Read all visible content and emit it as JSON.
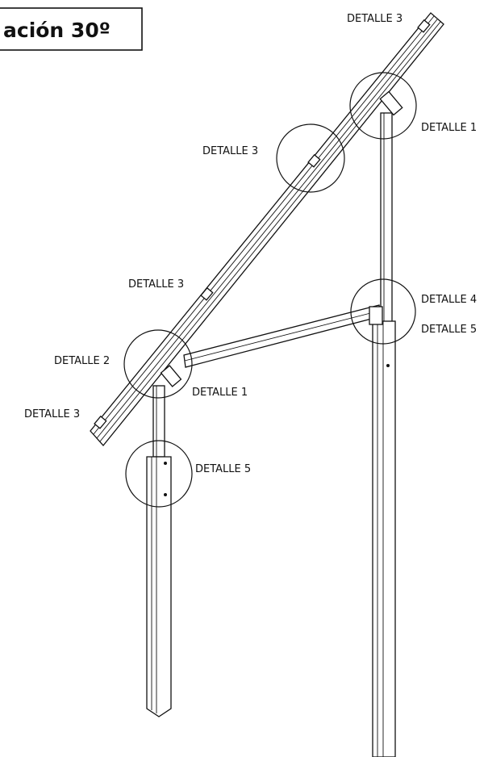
{
  "title": "ación 30º",
  "callouts": {
    "d3_top": "DETALLE 3",
    "d1_top": "DETALLE 1",
    "d3_upper": "DETALLE 3",
    "d3_mid": "DETALLE 3",
    "d4": "DETALLE 4",
    "d5_right": "DETALLE 5",
    "d2": "DETALLE 2",
    "d1_bottom": "DETALLE 1",
    "d3_bottom": "DETALLE 3",
    "d5_left": "DETALLE 5"
  },
  "colors": {
    "line": "#111111",
    "background": "#ffffff"
  }
}
